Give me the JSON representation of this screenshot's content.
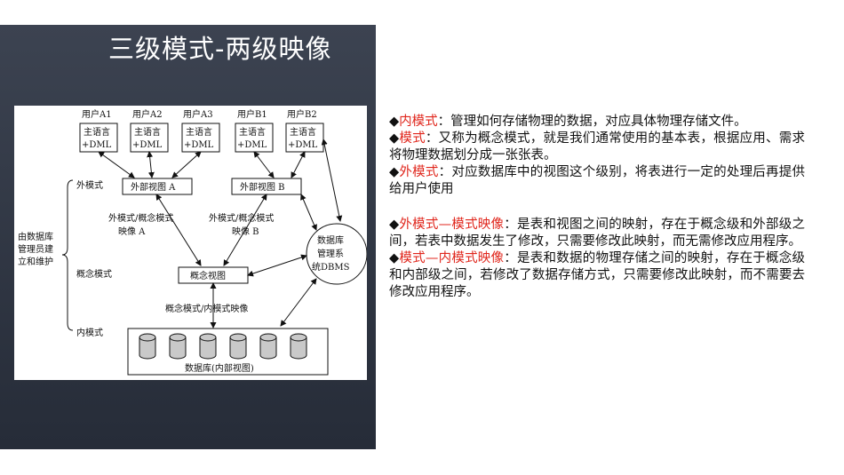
{
  "title": "三级模式-两级映像",
  "diagram": {
    "users": [
      "用户A1",
      "用户A2",
      "用户A3",
      "用户B1",
      "用户B2"
    ],
    "lang_line1": "主语言",
    "lang_line2": "+DML",
    "external_view_a": "外部视图 A",
    "external_view_b": "外部视图 B",
    "map_a_line1": "外模式/概念模式",
    "map_a_line2": "映像 A",
    "map_b_line1": "外模式/概念模式",
    "map_b_line2": "映像 B",
    "concept_view": "概念视图",
    "map_inner": "概念模式/内模式映像",
    "database": "数据库(内部视图)",
    "dbms_line1": "数据库",
    "dbms_line2": "管理系",
    "dbms_line3": "统DBMS",
    "level_external": "外模式",
    "level_concept": "概念模式",
    "level_internal": "内模式",
    "admin_line1": "由数据库",
    "admin_line2": "管理员建",
    "admin_line3": "立和维护"
  },
  "bullets": [
    {
      "marker": "◆",
      "term": "内模式",
      "sep": "：",
      "text": "管理如何存储物理的数据，对应具体物理存储文件。"
    },
    {
      "marker": "◆",
      "term": "模式",
      "sep": "：",
      "text": "又称为概念模式，就是我们通常使用的基本表，根据应用、需求将物理数据划分成一张张表。"
    },
    {
      "marker": "◆",
      "term": "外模式",
      "sep": "：",
      "text": "对应数据库中的视图这个级别，将表进行一定的处理后再提供给用户使用"
    },
    {
      "marker": "◆",
      "term": "外模式—模式映像",
      "sep": "：",
      "text": "是表和视图之间的映射，存在于概念级和外部级之间，若表中数据发生了修改，只需要修改此映射，而无需修改应用程序。"
    },
    {
      "marker": "◆",
      "term": "模式—内模式映像",
      "sep": "：",
      "text": "是表和数据的物理存储之间的映射，存在于概念级和内部级之间，若修改了数据存储方式，只需要修改此映射，而不需要去修改应用程序。"
    }
  ],
  "colors": {
    "highlight": "#e0261c",
    "panel": "#2f3542"
  }
}
